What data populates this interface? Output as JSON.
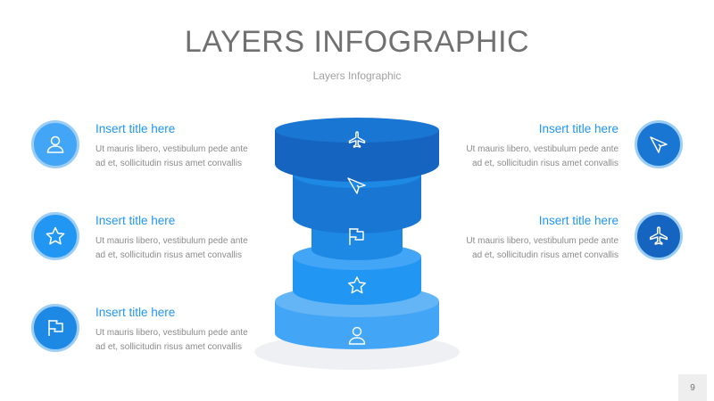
{
  "title": "LAYERS INFOGRAPHIC",
  "subtitle": "Layers Infographic",
  "page_number": "9",
  "colors": {
    "dark_blue": "#1565c0",
    "mid_blue": "#1976d2",
    "bright_blue": "#2196f3",
    "light_blue": "#42a5f5",
    "badge_ring": "#9ccdf5",
    "title_gray": "#707070",
    "text_gray": "#8a8a8a"
  },
  "left_items": [
    {
      "title": "Insert title here",
      "desc_line1": "Ut mauris libero, vestibulum pede ante",
      "desc_line2": "ad et, sollicitudin risus amet convallis",
      "icon": "user-icon"
    },
    {
      "title": "Insert title here",
      "desc_line1": "Ut mauris libero, vestibulum pede ante",
      "desc_line2": "ad et, sollicitudin risus amet convallis",
      "icon": "star-icon"
    },
    {
      "title": "Insert title here",
      "desc_line1": "Ut mauris libero, vestibulum pede ante",
      "desc_line2": "ad et, sollicitudin risus amet convallis",
      "icon": "flag-icon"
    }
  ],
  "right_items": [
    {
      "title": "Insert title here",
      "desc_line1": "Ut mauris libero, vestibulum pede ante",
      "desc_line2": "ad et, sollicitudin risus amet convallis",
      "icon": "paper-plane-icon"
    },
    {
      "title": "Insert title here",
      "desc_line1": "Ut mauris libero, vestibulum pede ante",
      "desc_line2": "ad et, sollicitudin risus amet convallis",
      "icon": "airplane-icon"
    }
  ],
  "layers_top_to_bottom": [
    "airplane-icon",
    "paper-plane-icon",
    "flag-icon",
    "star-icon",
    "user-icon"
  ]
}
